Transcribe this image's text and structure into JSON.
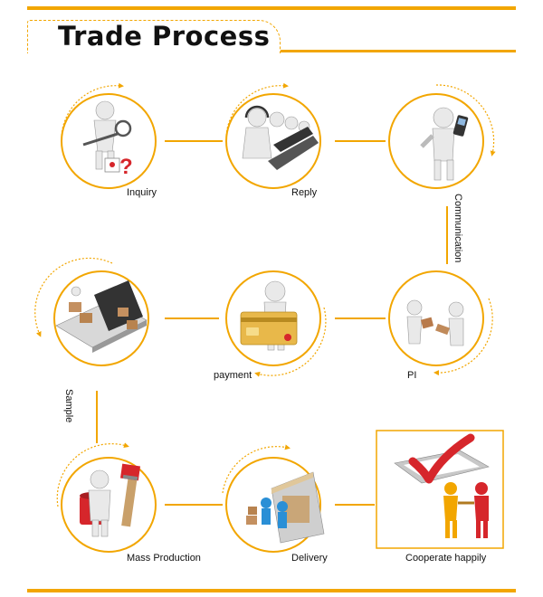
{
  "header": {
    "title": "Trade Process"
  },
  "steps": {
    "inquiry": "Inquiry",
    "reply": "Reply",
    "communication": "Communication",
    "pi": "PI",
    "payment": "payment",
    "sample": "Sample",
    "mass_production": "Mass Production",
    "delivery": "Delivery",
    "cooperate": "Cooperate happily"
  },
  "colors": {
    "accent": "#f2a600",
    "figure": "#e9e9e9",
    "red": "#d6262b",
    "blue": "#2a8fd6"
  },
  "icons": {
    "inquiry": "magnifier-figure-icon",
    "reply": "headset-operators-icon",
    "communication": "phone-call-figure-icon",
    "pi": "handshake-exchange-icon",
    "payment": "credit-card-figure-icon",
    "sample": "laptop-boxes-icon",
    "mass_production": "paint-brush-figure-icon",
    "delivery": "delivery-truck-icon",
    "cooperate": "checkmark-handshake-icon"
  }
}
